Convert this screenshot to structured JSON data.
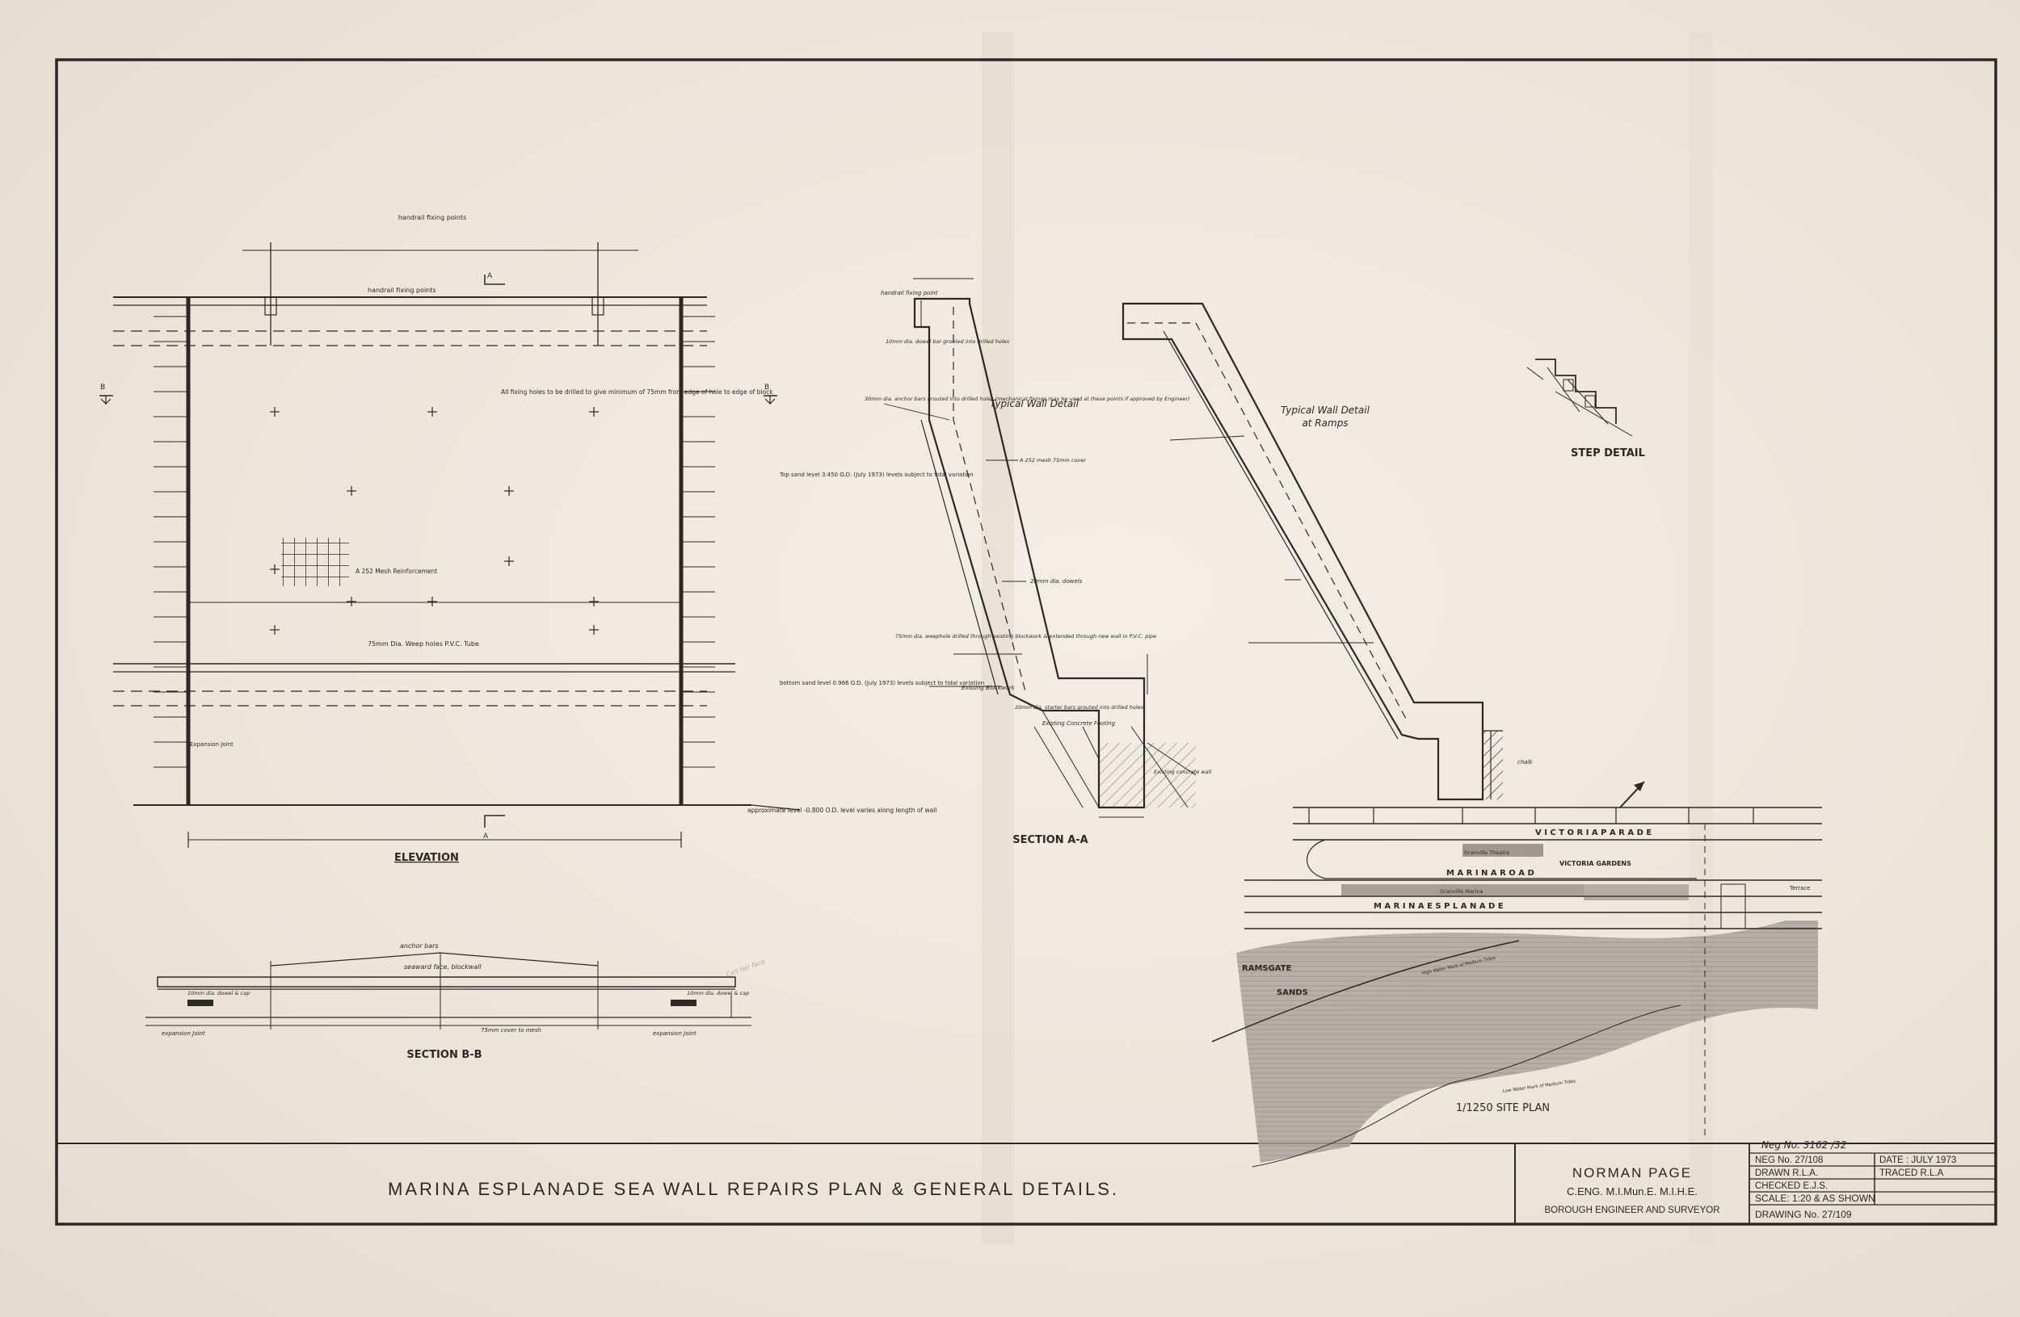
{
  "drawing_title": "MARINA ESPLANADE  SEA WALL REPAIRS    PLAN & GENERAL DETAILS.",
  "engineer": {
    "name": "NORMAN PAGE",
    "qualifications": "C.ENG.  M.I.Mun.E.  M.I.H.E.",
    "role": "BOROUGH ENGINEER AND SURVEYOR"
  },
  "title_block": {
    "neg_handwritten": "Neg No. 3162 /32",
    "neg_no": "NEG No. 27/108",
    "date": "DATE : JULY 1973",
    "drawn": "DRAWN    R.L.A.",
    "traced": "TRACED  R.L.A",
    "checked": "CHECKED    E.J.S.",
    "scale": "SCALE:  1:20   &  AS SHOWN",
    "drawing_no": "DRAWING   No. 27/109"
  },
  "views": {
    "elevation": "ELEVATION",
    "section_aa": "SECTION  A-A",
    "section_bb": "SECTION  B-B",
    "step_detail": "STEP DETAIL",
    "site_plan": "1/1250 SITE PLAN"
  },
  "details": {
    "typical_wall": "Typical Wall Detail",
    "typical_wall_ramps_1": "Typical Wall Detail",
    "typical_wall_ramps_2": "at Ramps"
  },
  "elevation_notes": {
    "handrail_top": "handrail fixing points",
    "handrail_inner": "handrail fixing points",
    "fixing_holes": "All fixing holes to be drilled to give minimum of 75mm from edge of hole to edge of block",
    "mesh": "A 252 Mesh Reinforcement",
    "weep_holes": "75mm Dia. Weep holes P.V.C. Tube",
    "top_sand": "Top sand level 3.450 O.D. (July 1973) levels subject to tidal variation",
    "bottom_sand": "bottom sand level 0.966 O.D. (July 1973) levels subject to tidal variation",
    "approx_level": "approximate level -0.800 O.D. level varies along length of wall",
    "expansion_joint": "Expansion Joint",
    "marker_a": "A",
    "marker_b": "B"
  },
  "section_notes": {
    "handrail": "handrail fixing point",
    "dowels_1": "10mm dia. dowel bar grouted into drilled holes",
    "anchor_bars": "30mm dia. anchor bars grouted into drilled holes (mechanical fixings may be used at these points if approved by Engineer)",
    "mesh": "A 252 mesh 75mm cover",
    "dowels_20": "20mm dia. dowels",
    "weep_hole": "75mm dia. weephole drilled through existing blockwork & extended through new wall in P.V.C. pipe",
    "existing_blockwork": "Existing Blockwork",
    "starter_bars": "20mm dia. starter bars grouted into drilled holes",
    "existing_footing": "Existing Concrete Footing",
    "existing_wall": "Existing concrete wall",
    "chalk": "chalk"
  },
  "section_bb_notes": {
    "anchor_bars": "anchor bars",
    "seaward_face": "seaward face, blockwall",
    "dowel_left": "10mm dia. dowel & cap",
    "dowel_right": "10mm dia. dowel & cap",
    "expansion_left": "expansion Joint",
    "expansion_right": "expansion Joint",
    "cover": "75mm cover to mesh",
    "pencil_note": "Cell fair face"
  },
  "site_plan_labels": {
    "victoria_parade": "V I C T O R I A   P A R A D E",
    "victoria_gardens": "VICTORIA GARDENS",
    "marina_road": "M A R I N A   R O A D",
    "marina_esplanade": "M A R I N A   E S P L A N A D E",
    "ramsgate": "RAMSGATE",
    "sands": "SANDS",
    "granville_theatre": "Granville Theatre",
    "granville_marina": "Granville Marina",
    "terrace": "Terrace",
    "mean_water": "Low Water Mark of Medium Tides",
    "high_water": "High Water Mark of Medium Tides"
  },
  "colors": {
    "paper": "#efe9df",
    "ink": "#2c2823",
    "sea": "#9a958d"
  }
}
